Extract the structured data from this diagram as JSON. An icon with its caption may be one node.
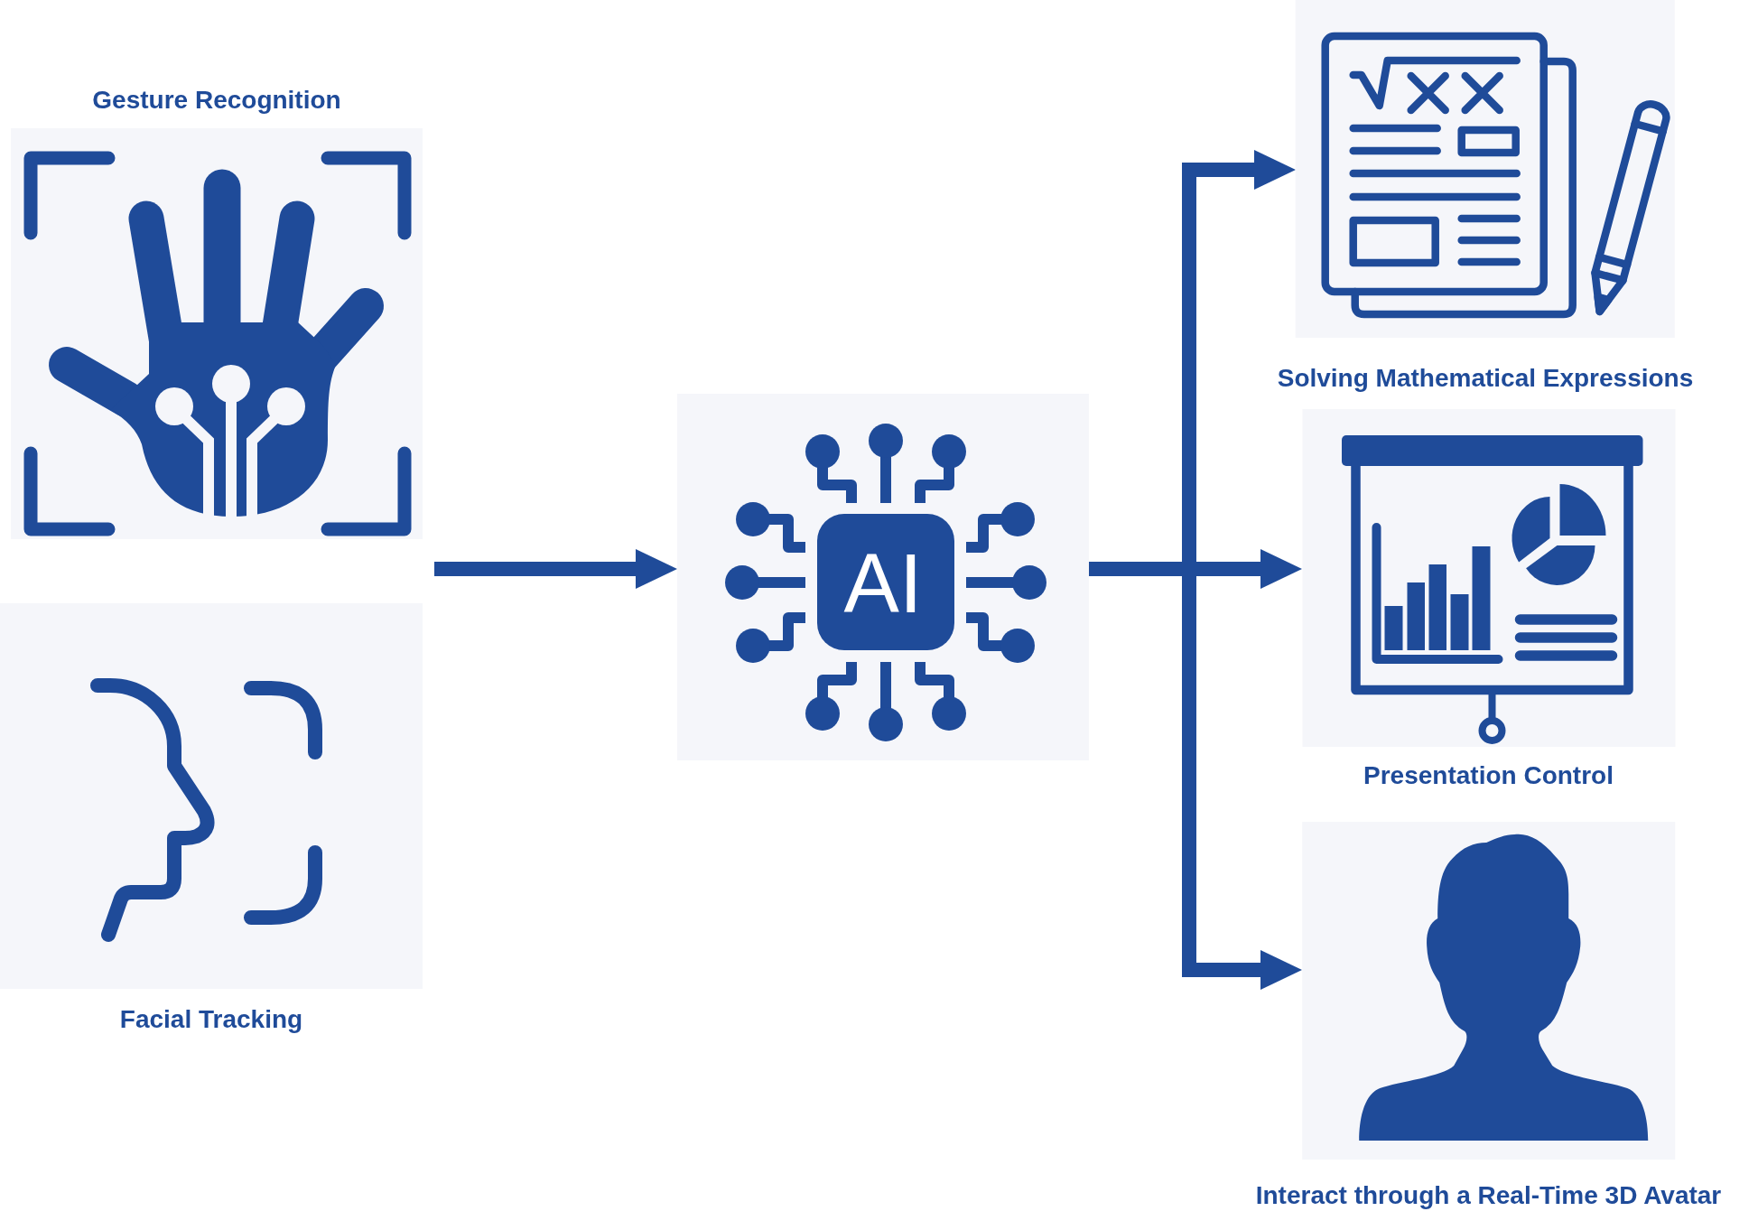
{
  "diagram": {
    "nodes": [
      {
        "text": [
          "Gesture Recognition"
        ]
      },
      {
        "text": [
          "Facial Tracking"
        ]
      },
      {
        "text": [
          "AI"
        ]
      },
      {
        "text": [
          "Solving Mathematical Expressions"
        ]
      },
      {
        "text": [
          "Presentation Control"
        ]
      },
      {
        "text": [
          "Interact through a Real-Time 3D Avatar"
        ]
      }
    ],
    "edges": [
      {
        "from": null,
        "to": 2,
        "arrow": "to"
      },
      {
        "from": 2,
        "to": 3,
        "arrow": "to"
      },
      {
        "from": 2,
        "to": 4,
        "arrow": "to"
      },
      {
        "from": 2,
        "to": 5,
        "arrow": "to"
      }
    ]
  }
}
